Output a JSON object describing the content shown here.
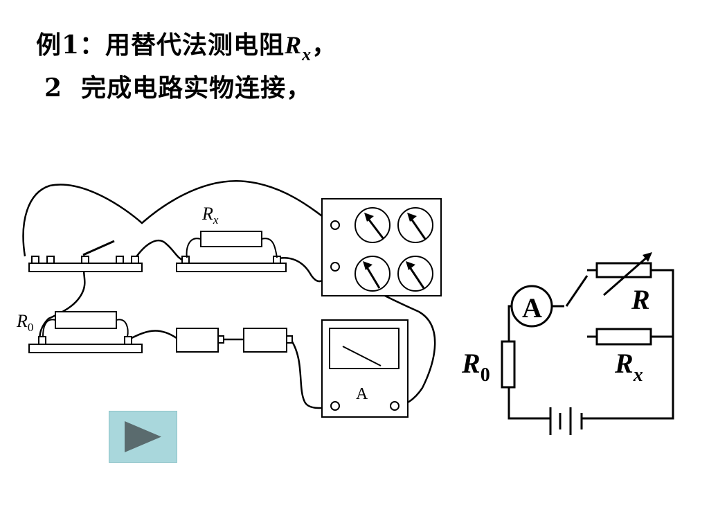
{
  "title": {
    "line1_prefix": "例1：用替代法测电阻",
    "line1_var": "R",
    "line1_sub": "x",
    "line1_suffix": "，",
    "line2_num": "2",
    "line2_text": "完成电路实物连接，"
  },
  "physical": {
    "rx_label_main": "R",
    "rx_label_sub": "x",
    "r0_label_main": "R",
    "r0_label_sub": "0",
    "ammeter_label": "A"
  },
  "schematic": {
    "ammeter_symbol": "A",
    "r_label": "R",
    "rx_label_main": "R",
    "rx_label_sub": "x",
    "r0_label_main": "R",
    "r0_label_sub": "0"
  },
  "colors": {
    "play_button_bg": "#a9d7dc",
    "play_triangle": "#5a6b6e"
  },
  "icons": {
    "play": "play-triangle-icon"
  }
}
